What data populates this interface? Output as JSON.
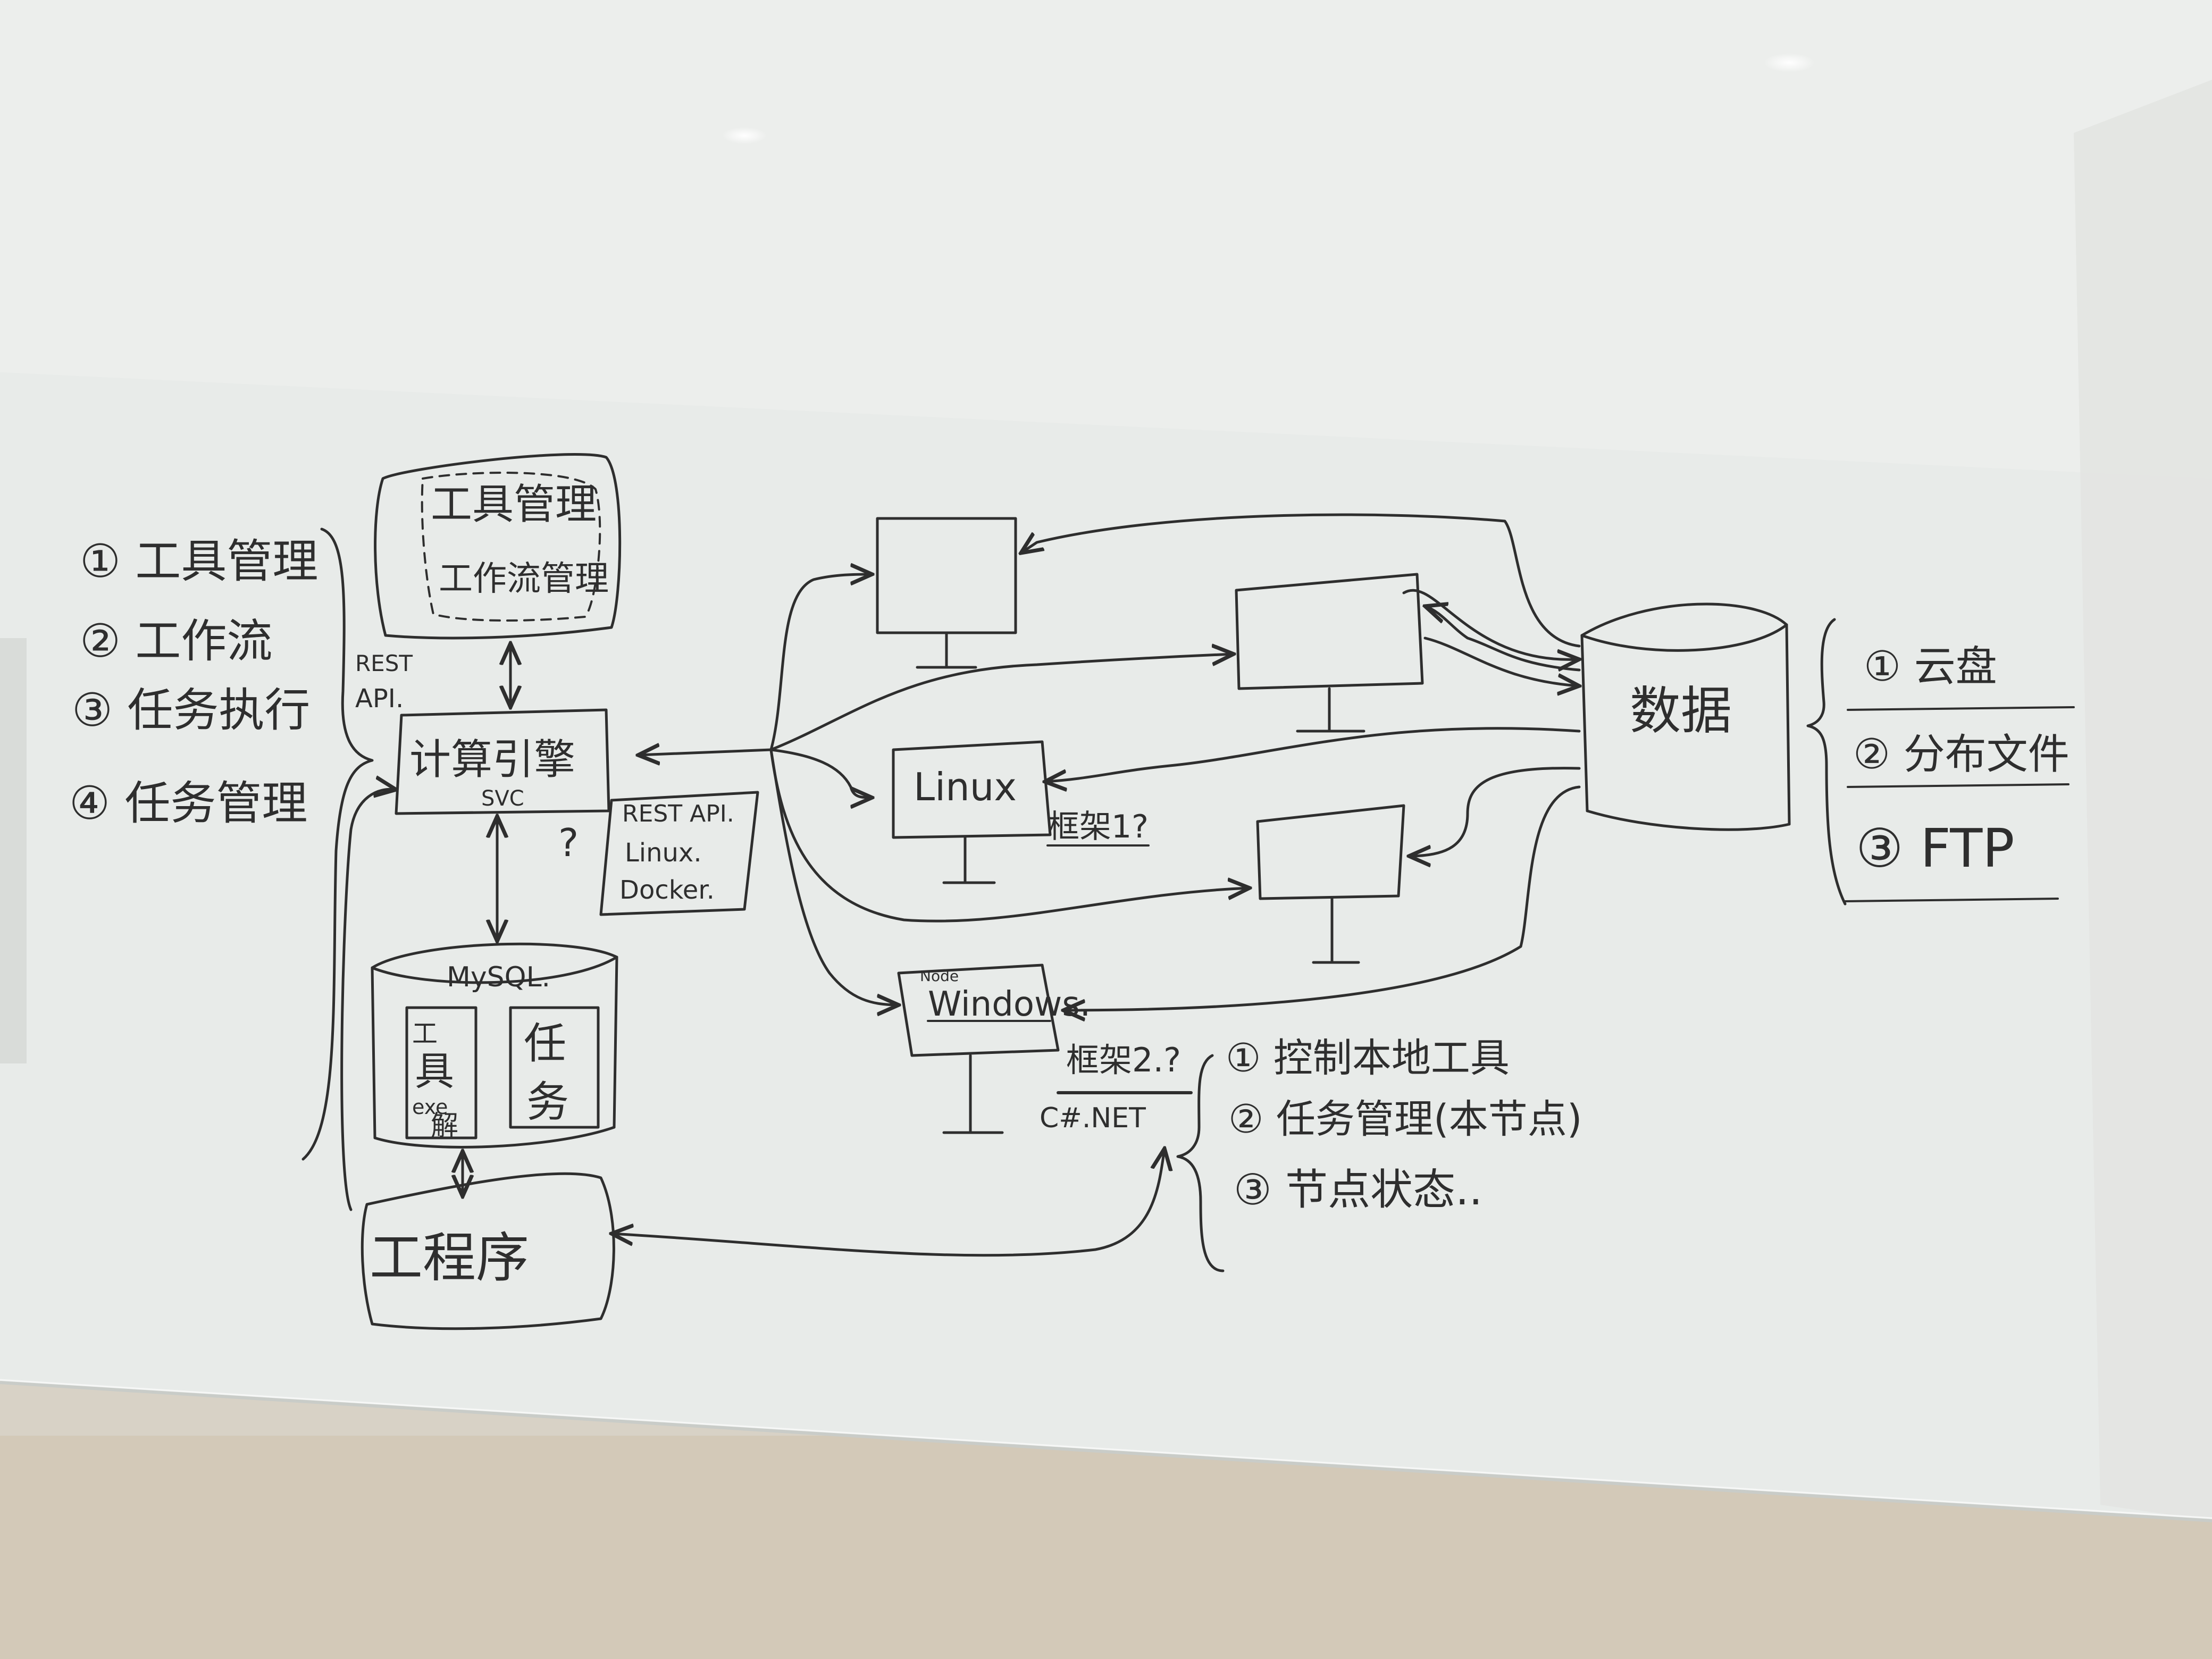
{
  "colors": {
    "whiteboard": "#e9ecea",
    "whiteboard_shade": "#dfe3e0",
    "wall": "#d8d2c6",
    "ink": "#2e2e2e"
  },
  "left_list": {
    "items": [
      "① 工具管理",
      "② 工作流",
      "③ 任务执行",
      "④ 任务管理"
    ]
  },
  "top_box": {
    "line1": "工具管理",
    "line2": "工作流管理"
  },
  "rest_api_label": {
    "line1": "REST",
    "line2": "API."
  },
  "engine": {
    "label": "计算引擎",
    "sub": "SVC"
  },
  "question_mark": "?",
  "note_box": {
    "line1": "REST API.",
    "line2": "Linux.",
    "line3": "Docker."
  },
  "mysql": {
    "label": "MySQL.",
    "left_cell": {
      "line1": "工",
      "line2": "具",
      "line3": "exe",
      "line4": "解"
    },
    "right_cell": {
      "line1": "任",
      "line2": "务"
    }
  },
  "client": {
    "label": "工程序"
  },
  "nodes": {
    "linux": "Linux",
    "windows": "Windows.",
    "windows_tag": "Node"
  },
  "framework1": "框架1?",
  "framework2": "框架2.?",
  "dotnet": "C#.NET",
  "node_features": [
    "① 控制本地工具",
    "② 任务管理(本节点)",
    "③ 节点状态.."
  ],
  "data_store": {
    "label": "数据"
  },
  "storage_list": [
    "① 云盘",
    "② 分布文件",
    "③ FTP"
  ]
}
